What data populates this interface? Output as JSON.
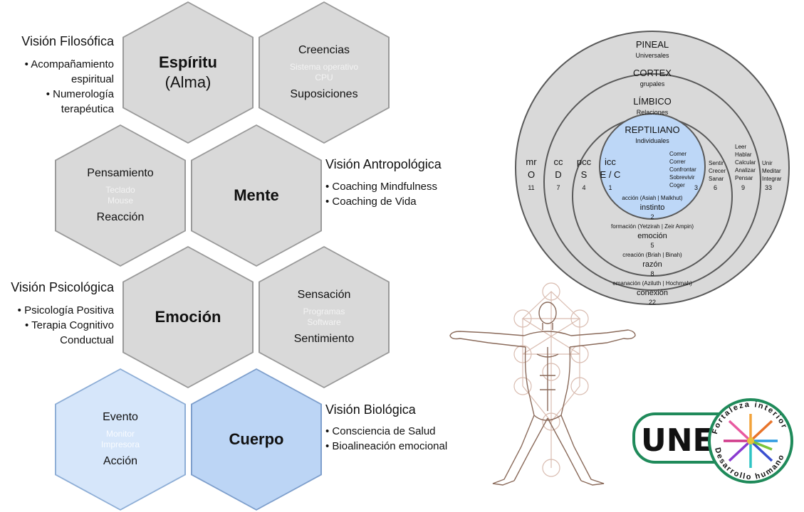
{
  "hexagons": {
    "espiritu": {
      "title": "Espíritu",
      "subtitle": "(Alma)"
    },
    "creencias": {
      "top": "Creencias",
      "faint1": "Sistema operativo",
      "faint2": "CPU",
      "bottom": "Suposiciones"
    },
    "pensamiento": {
      "top": "Pensamiento",
      "faint1": "Teclado",
      "faint2": "Mouse",
      "bottom": "Reacción"
    },
    "mente": {
      "title": "Mente"
    },
    "emocion": {
      "title": "Emoción"
    },
    "sensacion": {
      "top": "Sensación",
      "faint1": "Programas",
      "faint2": "Software",
      "bottom": "Sentimiento"
    },
    "evento": {
      "top": "Evento",
      "faint1": "Monitor",
      "faint2": "Impresora",
      "bottom": "Acción"
    },
    "cuerpo": {
      "title": "Cuerpo"
    }
  },
  "visions": {
    "filosofica": {
      "title": "Visión Filosófica",
      "items": [
        "• Acompañamiento",
        "espiritual",
        "• Numerología",
        "terapéutica"
      ]
    },
    "antropologica": {
      "title": "Visión Antropológica",
      "items": [
        "• Coaching Mindfulness",
        "• Coaching de Vida"
      ]
    },
    "psicologica": {
      "title": "Visión Psicológica",
      "items": [
        "• Psicología Positiva",
        "• Terapia Cognitivo",
        "Conductual"
      ]
    },
    "biologica": {
      "title": "Visión Biológica",
      "items": [
        "• Consciencia de Salud",
        "• Bioalineación emocional"
      ]
    }
  },
  "brain_diagram": {
    "pineal": {
      "title": "PINEAL",
      "sub": "Universales"
    },
    "cortex": {
      "title": "CORTEX",
      "sub": "grupales"
    },
    "limbico": {
      "title": "LÍMBICO",
      "sub": "Relaciones"
    },
    "reptiliano": {
      "title": "REPTILIANO",
      "sub": "Individuales"
    },
    "left_cols": [
      {
        "a": "mr",
        "b": "O",
        "c": "11"
      },
      {
        "a": "cc",
        "b": "D",
        "c": "7"
      },
      {
        "a": "pcc",
        "b": "S",
        "c": "4"
      },
      {
        "a": "icc",
        "b": "E / C",
        "c": "1"
      }
    ],
    "inner_verbs": [
      "Comer",
      "Correr",
      "Confrontar",
      "Sobrevivir",
      "Coger"
    ],
    "inner_num": "3",
    "limbic_verbs": [
      "Sentir",
      "Crecer",
      "Sanar"
    ],
    "limbic_num": "6",
    "cortex_verbs": [
      "Leer",
      "Hablar",
      "Calcular",
      "Analizar",
      "Pensar"
    ],
    "cortex_num": "9",
    "pineal_verbs": [
      "Unir",
      "Meditar",
      "Integrar"
    ],
    "pineal_num": "33",
    "bottom": [
      {
        "label": "acción (Asiah | Malkhut)",
        "word": "instinto",
        "num": "2"
      },
      {
        "label": "formación (Yetzirah | Zeir Ampin)",
        "word": "emoción",
        "num": "5"
      },
      {
        "label": "creación (Briah | Binah)",
        "word": "razón",
        "num": "8"
      },
      {
        "label": "emanación (Aziluth | Hochmah)",
        "word": "conexión",
        "num": "22"
      }
    ]
  },
  "logo": {
    "name": "UNE",
    "arc_top": "Fortaleza interior",
    "arc_bottom": "Desarrollo humano"
  }
}
